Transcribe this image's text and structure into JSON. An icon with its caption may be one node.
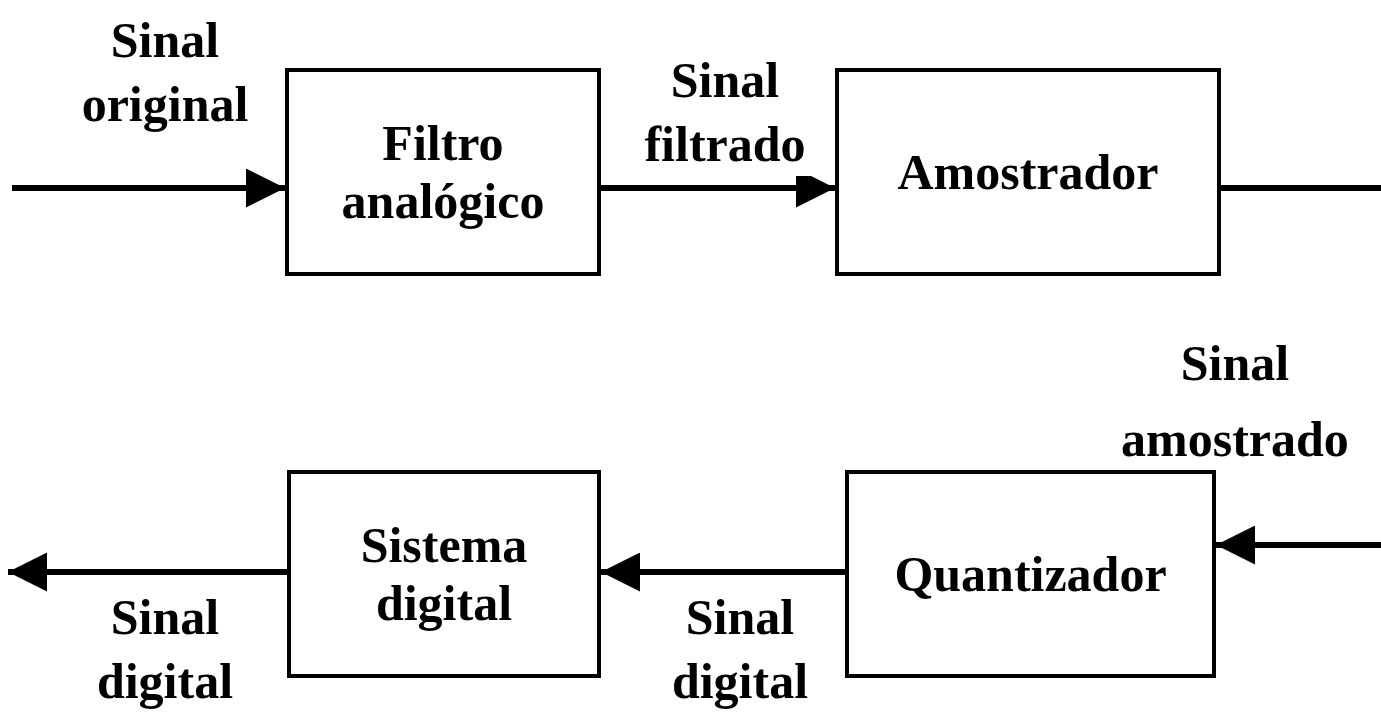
{
  "diagram": {
    "nodes": [
      {
        "text": [
          "Filtro analógico"
        ]
      },
      {
        "text": [
          "Amostrador"
        ]
      },
      {
        "text": [
          "Quantizador"
        ]
      },
      {
        "text": [
          "Sistema digital"
        ]
      }
    ],
    "edges": [
      {
        "from": null,
        "to": 0,
        "arrow": "to",
        "label": "Sinal original"
      },
      {
        "from": 0,
        "to": 1,
        "arrow": "to",
        "label": "Sinal filtrado"
      },
      {
        "from": 1,
        "to": null,
        "arrow": "none"
      },
      {
        "from": null,
        "to": 2,
        "arrow": "to",
        "label": "Sinal amostrado"
      },
      {
        "from": 2,
        "to": 3,
        "arrow": "to",
        "label": "Sinal digital"
      },
      {
        "from": 3,
        "to": null,
        "arrow": "to",
        "label": "Sinal digital"
      }
    ]
  }
}
